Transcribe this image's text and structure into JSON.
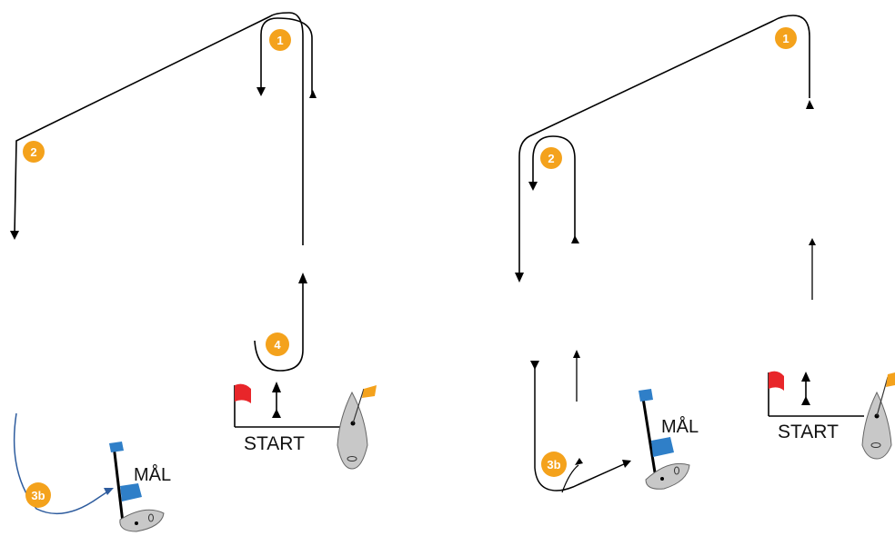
{
  "colors": {
    "mark_fill": "#F4A21C",
    "course_line": "#000000",
    "finish_line_blue": "#2E5C9E",
    "flag_red": "#E8262A",
    "flag_orange": "#F4A21C",
    "flag_blue": "#2F7FC8",
    "boat_grey": "#C8C8C8"
  },
  "left_diagram": {
    "marks": {
      "m1": "1",
      "m2": "2",
      "m3b": "3b",
      "m4": "4"
    },
    "start_label": "START",
    "finish_label": "MÅL"
  },
  "right_diagram": {
    "marks": {
      "m1": "1",
      "m2": "2",
      "m3b": "3b"
    },
    "start_label": "START",
    "finish_label": "MÅL"
  }
}
